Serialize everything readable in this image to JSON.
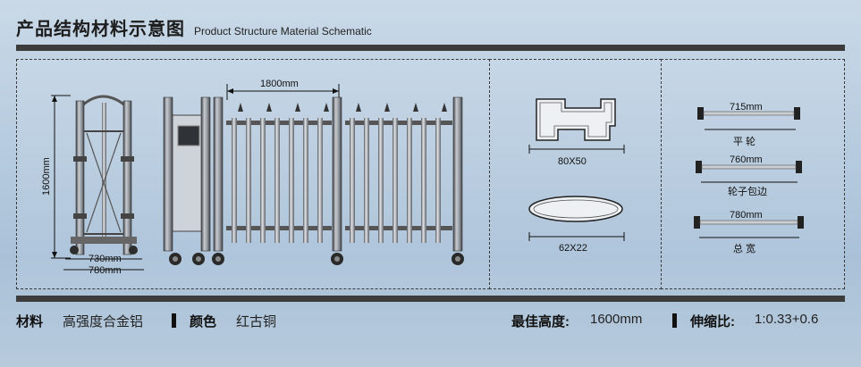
{
  "header": {
    "title_cn": "产品结构材料示意图",
    "title_en": "Product Structure Material Schematic"
  },
  "diagram": {
    "left_panel": {
      "height_label": "1600mm",
      "width_label_1": "1800mm",
      "base_label_1": "730mm",
      "base_label_2": "780mm"
    },
    "middle_panel": {
      "profile_1": "80X50",
      "profile_2": "62X22"
    },
    "right_panel": {
      "wheel_1_size": "715mm",
      "wheel_1_name": "平 轮",
      "wheel_2_size": "760mm",
      "wheel_2_name": "轮子包边",
      "wheel_3_size": "780mm",
      "wheel_3_name": "总 宽"
    }
  },
  "footer": {
    "material_label": "材料",
    "material_value": "高强度合金铝",
    "color_label": "颜色",
    "color_value": "红古铜",
    "height_label": "最佳高度:",
    "height_value": "1600mm",
    "ratio_label": "伸缩比:",
    "ratio_value": "1:0.33+0.6"
  },
  "colors": {
    "metal_dark": "#4a4f55",
    "metal_light": "#c7c9cc",
    "frame": "#3c3c3c"
  }
}
